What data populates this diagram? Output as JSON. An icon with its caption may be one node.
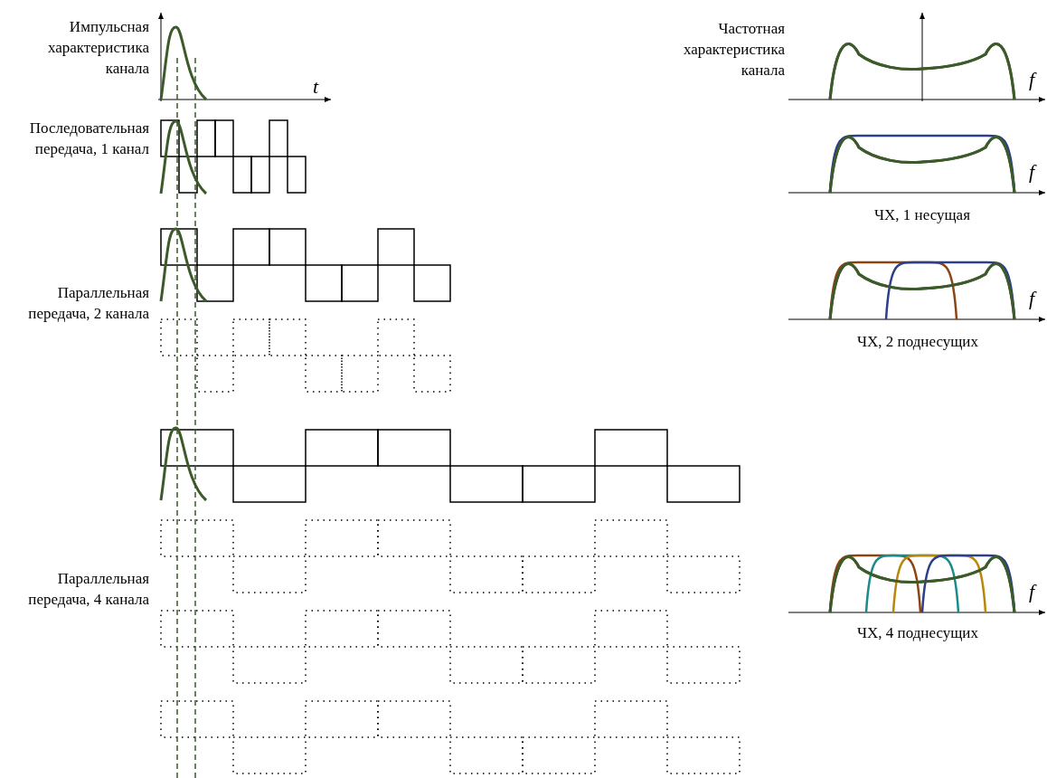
{
  "diagram": {
    "labels": [
      "Импульсная характеристика канала",
      "t",
      "Частотная характеристика канала",
      "f",
      "Последовательная передача, 1 канал",
      "f",
      "ЧХ, 1 несущая",
      "Параллельная передача, 2 канала",
      "f",
      "ЧХ, 2 поднесущих",
      "Параллельная передача, 4 канала",
      "f",
      "ЧХ, 4 поднесущих"
    ]
  }
}
